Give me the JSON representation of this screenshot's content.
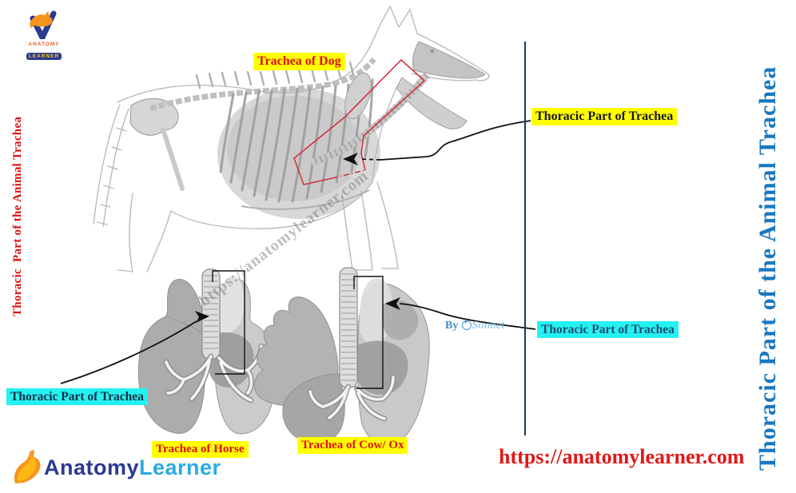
{
  "titles": {
    "left_vertical": "Thoracic  Part of the Animal Trachea",
    "right_vertical": "Thoracic Part of the Animal Trachea"
  },
  "labels": {
    "trachea_of_dog": "Trachea of Dog",
    "thoracic_part_top": "Thoracic Part of Trachea",
    "thoracic_part_right": "Thoracic Part of Trachea",
    "thoracic_part_left": "Thoracic Part of Trachea",
    "trachea_of_horse": "Trachea of Horse",
    "trachea_of_cow": "Trachea of Cow/ Ox"
  },
  "branding": {
    "logo_small_top": {
      "brand_top": "ANATOMY",
      "brand_bottom": "LEARNER"
    },
    "logo_bottom": {
      "word1": "Anatomy",
      "word2": "Learner"
    },
    "site_url": "https://anatomylearner.com",
    "watermark": "https://anatomylearner.com",
    "signature_by": "By",
    "signature_name": "Sonnet"
  },
  "colors": {
    "highlight_yellow": "#ffff00",
    "highlight_cyan": "#24f1f1",
    "label_red": "#e01010",
    "title_left_red": "#dd0f0f",
    "title_right_blue": "#1878c0",
    "divider_navy": "#1b3a5c",
    "url_red": "#e21717",
    "logo_navy": "#2b3990",
    "logo_blue": "#29abe2",
    "logo_orange": "#f7941d",
    "signature_blue": "#4a9fd8",
    "outline_red": "#d2333f"
  }
}
